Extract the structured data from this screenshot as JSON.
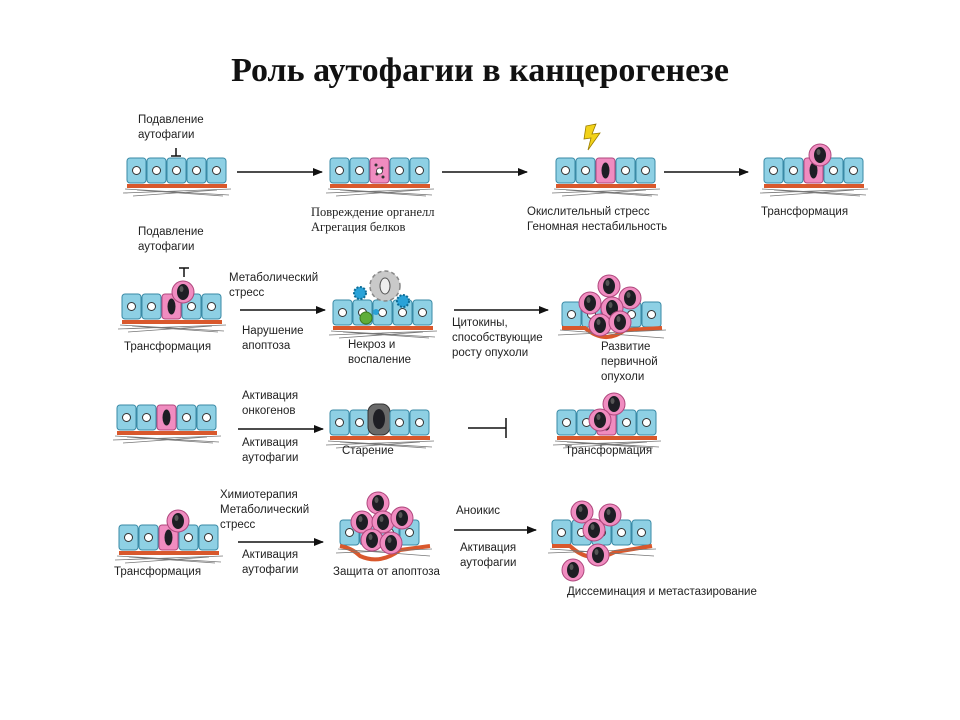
{
  "title": "Роль аутофагии в канцерогенезе",
  "row1": {
    "suppression_1": "Подавление",
    "suppression_2": "аутофагии",
    "step2_1": "Повреждение органелл",
    "step2_2": "Агрегация белков",
    "step3_1": "Окислительный стресс",
    "step3_2": "Геномная нестабильность",
    "step4": "Трансформация"
  },
  "row2": {
    "suppression_1": "Подавление",
    "suppression_2": "аутофагии",
    "start": "Трансформация",
    "arrow1_top_1": "Метаболический",
    "arrow1_top_2": "стресс",
    "arrow1_bottom_1": "Нарушение",
    "arrow1_bottom_2": "апоптоза",
    "mid_1": "Некроз и",
    "mid_2": "воспаление",
    "arrow2_1": "Цитокины,",
    "arrow2_2": "способствующие",
    "arrow2_3": "росту опухоли",
    "end_1": "Развитие",
    "end_2": "первичной",
    "end_3": "опухоли"
  },
  "row3": {
    "arrow_top_1": "Активация",
    "arrow_top_2": "онкогенов",
    "arrow_bottom_1": "Активация",
    "arrow_bottom_2": "аутофагии",
    "mid": "Старение",
    "end": "Трансформация"
  },
  "row4": {
    "start": "Трансформация",
    "arrow1_top_1": "Химиотерапия",
    "arrow1_top_2": "Метаболический",
    "arrow1_top_3": "стресс",
    "arrow1_bottom_1": "Активация",
    "arrow1_bottom_2": "аутофагии",
    "mid": "Защита от апоптоза",
    "arrow2_top": "Аноикис",
    "arrow2_bottom_1": "Активация",
    "arrow2_bottom_2": "аутофагии",
    "end": "Диссеминация и метастазирование"
  },
  "colors": {
    "epithelium": "#8ed0e4",
    "pink_cell": "#f08cc0",
    "membrane": "#d9582c",
    "nucleus": "#1e1e24"
  },
  "icons": [
    "lightning-icon",
    "inhibition-bar-icon",
    "arrow-icon",
    "necrotic-cell-icon",
    "immune-cell-icon"
  ]
}
